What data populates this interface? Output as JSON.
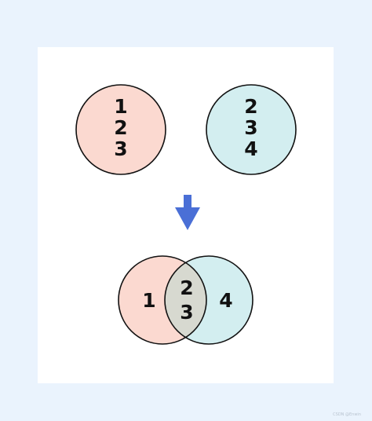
{
  "colors": {
    "page_background": "#eaf3fd",
    "card_background": "#ffffff",
    "set_a_fill": "#fbd9d0",
    "set_b_fill": "#d3eef0",
    "intersection_fill": "#d7d9d0",
    "outline": "#111111",
    "arrow": "#4a6fd6"
  },
  "set_a": {
    "items": [
      "1",
      "2",
      "3"
    ]
  },
  "set_b": {
    "items": [
      "2",
      "3",
      "4"
    ]
  },
  "result": {
    "only_a": [
      "1"
    ],
    "both": [
      "2",
      "3"
    ],
    "only_b": [
      "4"
    ]
  },
  "arrow": {
    "icon": "arrow-down-icon"
  },
  "watermark": "CSDN @Enwin"
}
